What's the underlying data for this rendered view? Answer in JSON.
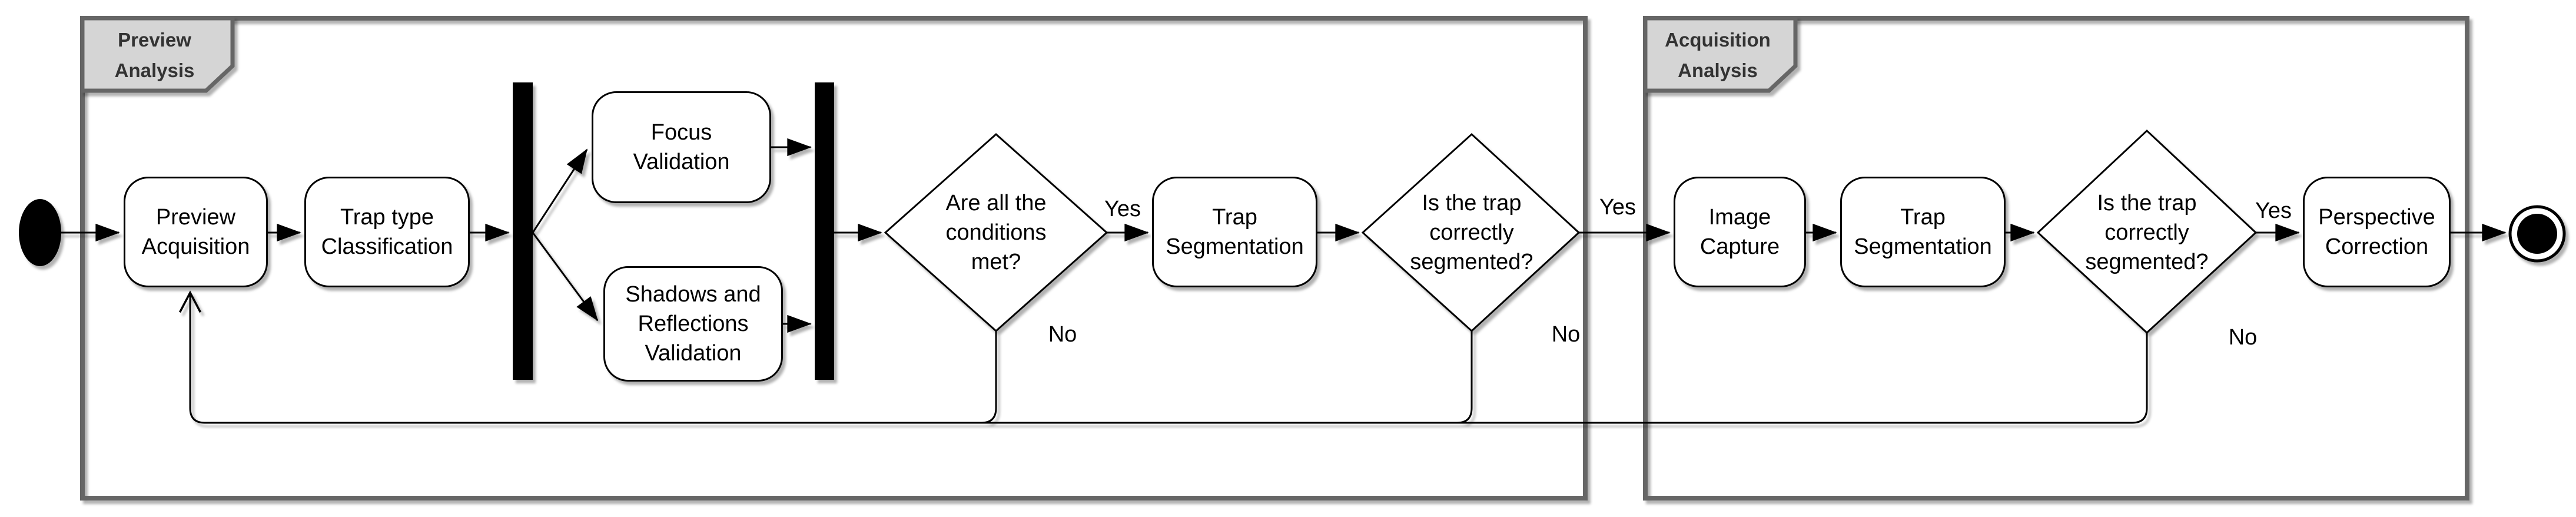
{
  "diagram": {
    "partitions": [
      {
        "label": "Preview\nAnalysis"
      },
      {
        "label": "Acquisition\nAnalysis"
      }
    ],
    "nodes": {
      "preview_acquisition": "Preview\nAcquisition",
      "trap_type_classification": "Trap type\nClassification",
      "focus_validation": "Focus\nValidation",
      "shadows_reflections_validation": "Shadows and\nReflections\nValidation",
      "trap_segmentation_preview": "Trap\nSegmentation",
      "image_capture": "Image\nCapture",
      "trap_segmentation_acquisition": "Trap\nSegmentation",
      "perspective_correction": "Perspective\nCorrection"
    },
    "decisions": {
      "conditions_met": "Are all the\nconditions\nmet?",
      "trap_segmented_preview": "Is the trap\ncorrectly\nsegmented?",
      "trap_segmented_acquisition": "Is the trap\ncorrectly\nsegmented?"
    },
    "edge_labels": {
      "yes_conditions": "Yes",
      "no_conditions": "No",
      "yes_segmented_preview": "Yes",
      "no_segmented_preview": "No",
      "yes_segmented_acquisition": "Yes",
      "no_segmented_acquisition": "No"
    },
    "colors": {
      "flow_line": "#000000",
      "node_border": "#000000",
      "node_fill": "#ffffff",
      "partition_border": "#666666",
      "partition_tab_fill": "#d5d5d5",
      "partition_tab_text": "#333333",
      "sync_bar_fill": "#000000"
    }
  }
}
